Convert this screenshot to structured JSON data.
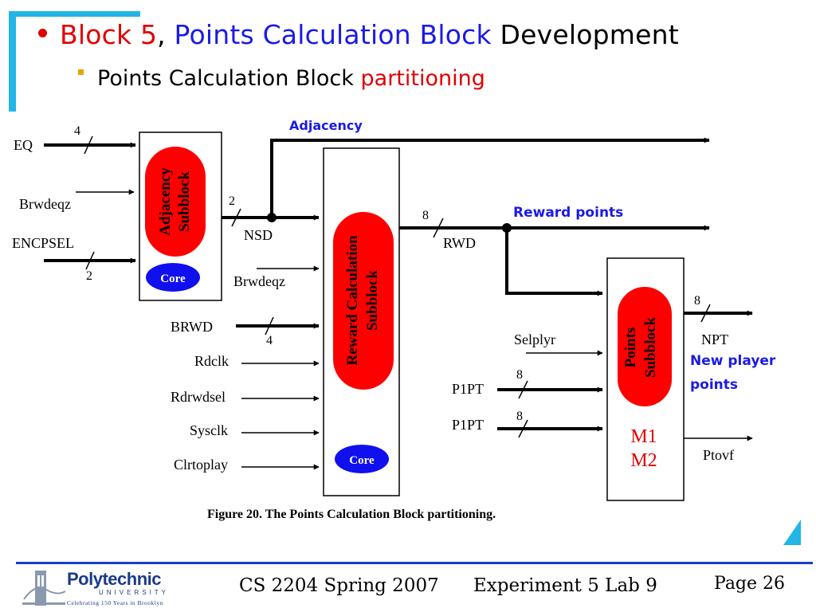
{
  "title": {
    "part1": "Block 5",
    "comma": ",",
    "part2": "Points Calculation Block",
    "part3": "Development"
  },
  "subtitle": {
    "part1": "Points Calculation Block",
    "part2": "partitioning"
  },
  "diagram": {
    "annotations": {
      "adjacency": "Adjacency",
      "reward_points": "Reward points",
      "new_player_line1": "New player",
      "new_player_line2": "points"
    },
    "adjacency_block": {
      "label_line1": "Adjacency",
      "label_line2": "Subblock",
      "core": "Core",
      "inputs": {
        "eq": "EQ",
        "eq_width": "4",
        "brwdeqz": "Brwdeqz",
        "encpsel": "ENCPSEL",
        "encpsel_width": "2"
      },
      "output": {
        "nsd": "NSD",
        "nsd_width": "2"
      }
    },
    "reward_block": {
      "label_line1": "Reward Calculation",
      "label_line2": "Subblock",
      "core": "Core",
      "inputs": {
        "brwdeqz": "Brwdeqz",
        "brwd": "BRWD",
        "brwd_width": "4",
        "rdclk": "Rdclk",
        "rdrwdsel": "Rdrwdsel",
        "sysclk": "Sysclk",
        "clrtoplay": "Clrtoplay"
      },
      "output": {
        "rwd": "RWD",
        "rwd_width": "8"
      }
    },
    "points_block": {
      "label_line1": "Points",
      "label_line2": "Subblock",
      "m1": "M1",
      "m2": "M2",
      "inputs": {
        "selplyr": "Selplyr",
        "p1pt_a": "P1PT",
        "p1pt_a_width": "8",
        "p1pt_b": "P1PT",
        "p1pt_b_width": "8"
      },
      "outputs": {
        "npt": "NPT",
        "npt_width": "8",
        "ptovf": "Ptovf"
      }
    },
    "caption": "Figure 20. The Points Calculation Block partitioning."
  },
  "footer": {
    "course": "CS 2204 Spring 2007",
    "experiment": "Experiment 5 Lab 9",
    "page": "Page 26",
    "logo_name": "Polytechnic",
    "logo_university": "UNIVERSITY",
    "logo_tagline": "Celebrating 150 Years in Brooklyn"
  },
  "colors": {
    "accent_cyan": "#22b5e6",
    "title_red": "#e00000",
    "title_blue": "#1a1ae6",
    "pill_red": "#ff0000",
    "core_blue": "#1010ee",
    "footer_rule": "#1a3cc8"
  }
}
